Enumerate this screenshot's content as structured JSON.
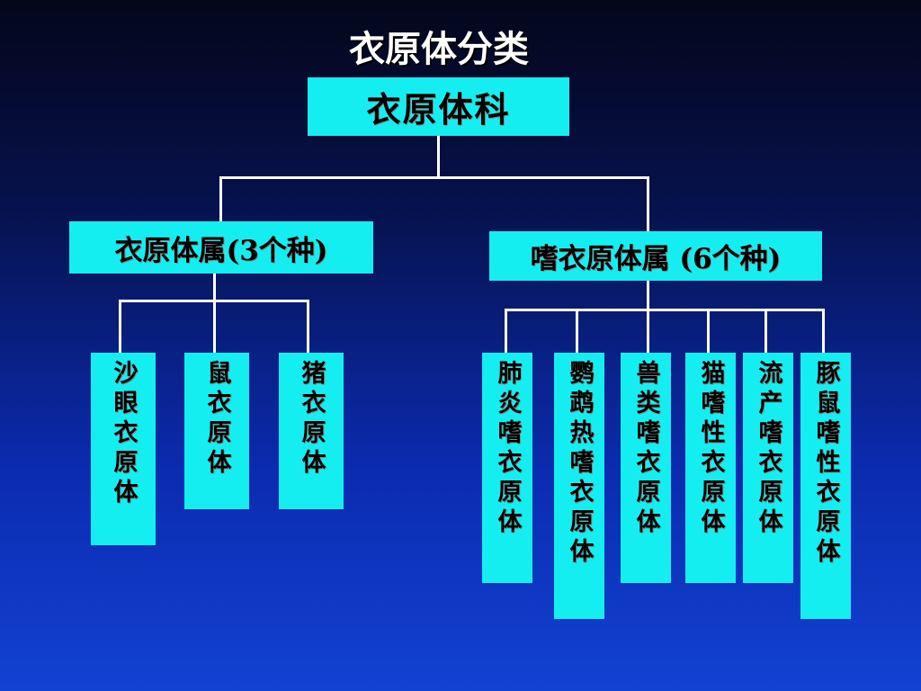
{
  "title": "衣原体分类",
  "root": {
    "label": "衣原体科"
  },
  "genera": [
    {
      "label": "衣原体属(3个种)",
      "species": [
        "沙眼衣原体",
        "鼠衣原体",
        "猪衣原体"
      ]
    },
    {
      "label": "嗜衣原体属 (6个种)",
      "species": [
        "肺炎嗜衣原体",
        "鹦鹉热嗜衣原体",
        "兽类嗜衣原体",
        "猫嗜性衣原体",
        "流产嗜衣原体",
        "豚鼠嗜性衣原体"
      ]
    }
  ],
  "colors": {
    "box_fill": "#15eef0",
    "connector": "#ffffff",
    "background_top": "#04061a",
    "background_bottom": "#1242d2"
  }
}
